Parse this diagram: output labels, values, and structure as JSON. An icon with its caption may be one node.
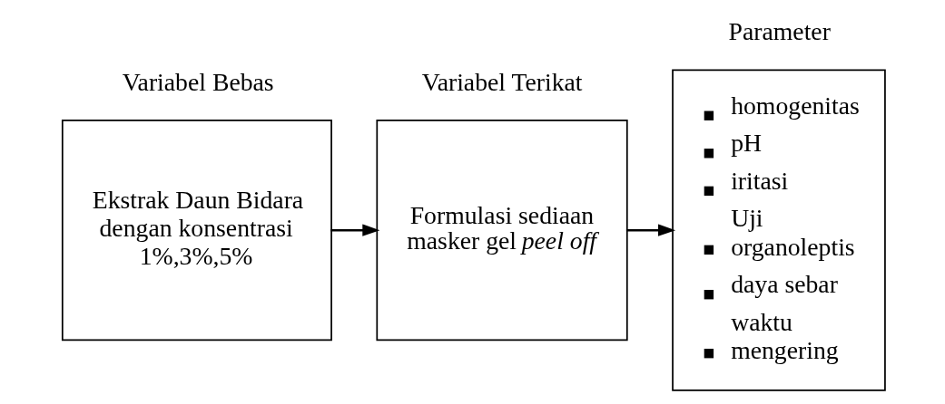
{
  "diagram": {
    "nodes": [
      {
        "text": [
          "Variabel Bebas",
          "Ekstrak Daun Bidara dengan konsentrasi 1%,3%,5%"
        ]
      },
      {
        "text": [
          "Variabel Terikat",
          "Formulasi sediaan masker gel *peel off*"
        ]
      },
      {
        "text": [
          "Parameter",
          "homogenitas",
          "pH",
          "iritasi",
          "Uji organoleptis",
          "daya sebar",
          "waktu mengering"
        ]
      }
    ],
    "edges": [
      {
        "from": 0,
        "to": 1,
        "arrow": "to"
      },
      {
        "from": 1,
        "to": 2,
        "arrow": "to"
      }
    ]
  }
}
